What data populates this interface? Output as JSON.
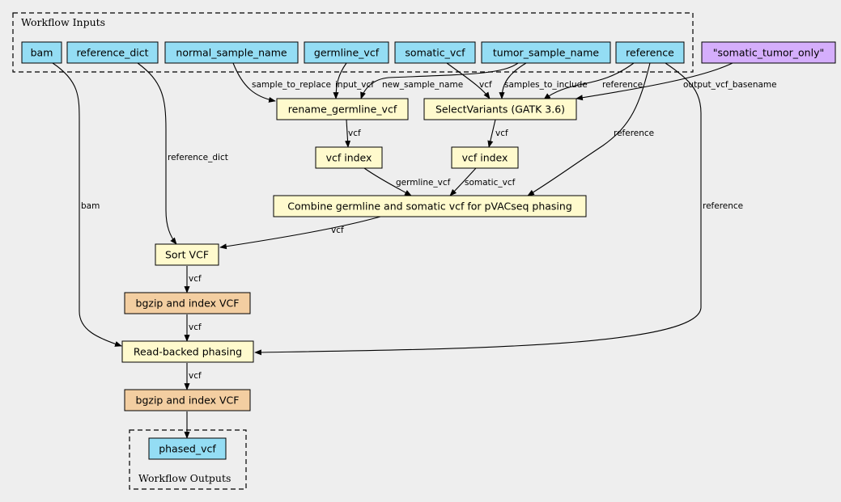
{
  "clusters": {
    "inputs": "Workflow Inputs",
    "outputs": "Workflow Outputs"
  },
  "colors": {
    "input_fill": "#94ddf4",
    "step_fill": "#fffacd",
    "tool_fill": "#f3cea1",
    "const_fill": "#d5aefc",
    "background": "#eeeeee"
  },
  "nodes": {
    "bam": "bam",
    "reference_dict": "reference_dict",
    "normal_sample_name": "normal_sample_name",
    "germline_vcf": "germline_vcf",
    "somatic_vcf": "somatic_vcf",
    "tumor_sample_name": "tumor_sample_name",
    "reference": "reference",
    "somatic_tumor_only": "\"somatic_tumor_only\"",
    "rename_germline_vcf": "rename_germline_vcf",
    "select_variants": "SelectVariants (GATK 3.6)",
    "vcf_index_1": "vcf index",
    "vcf_index_2": "vcf index",
    "combine": "Combine germline and somatic vcf for pVACseq phasing",
    "sort_vcf": "Sort VCF",
    "bgzip_1": "bgzip and index VCF",
    "read_backed": "Read-backed phasing",
    "bgzip_2": "bgzip and index VCF",
    "phased_vcf": "phased_vcf"
  },
  "edge_labels": {
    "sample_to_replace": "sample_to_replace",
    "input_vcf": "input_vcf",
    "new_sample_name": "new_sample_name",
    "vcf_sv": "vcf",
    "samples_to_include": "samples_to_include",
    "reference_sv": "reference",
    "output_vcf_basename": "output_vcf_basename",
    "vcf_rg_idx": "vcf",
    "vcf_sv_idx": "vcf",
    "reference_combine": "reference",
    "reference_dict": "reference_dict",
    "germline_vcf": "germline_vcf",
    "somatic_vcf": "somatic_vcf",
    "bam": "bam",
    "reference_rbp": "reference",
    "vcf_combine_sort": "vcf",
    "vcf_sort_bgzip": "vcf",
    "vcf_bgzip_rbp": "vcf",
    "vcf_rbp_bgzip": "vcf"
  }
}
